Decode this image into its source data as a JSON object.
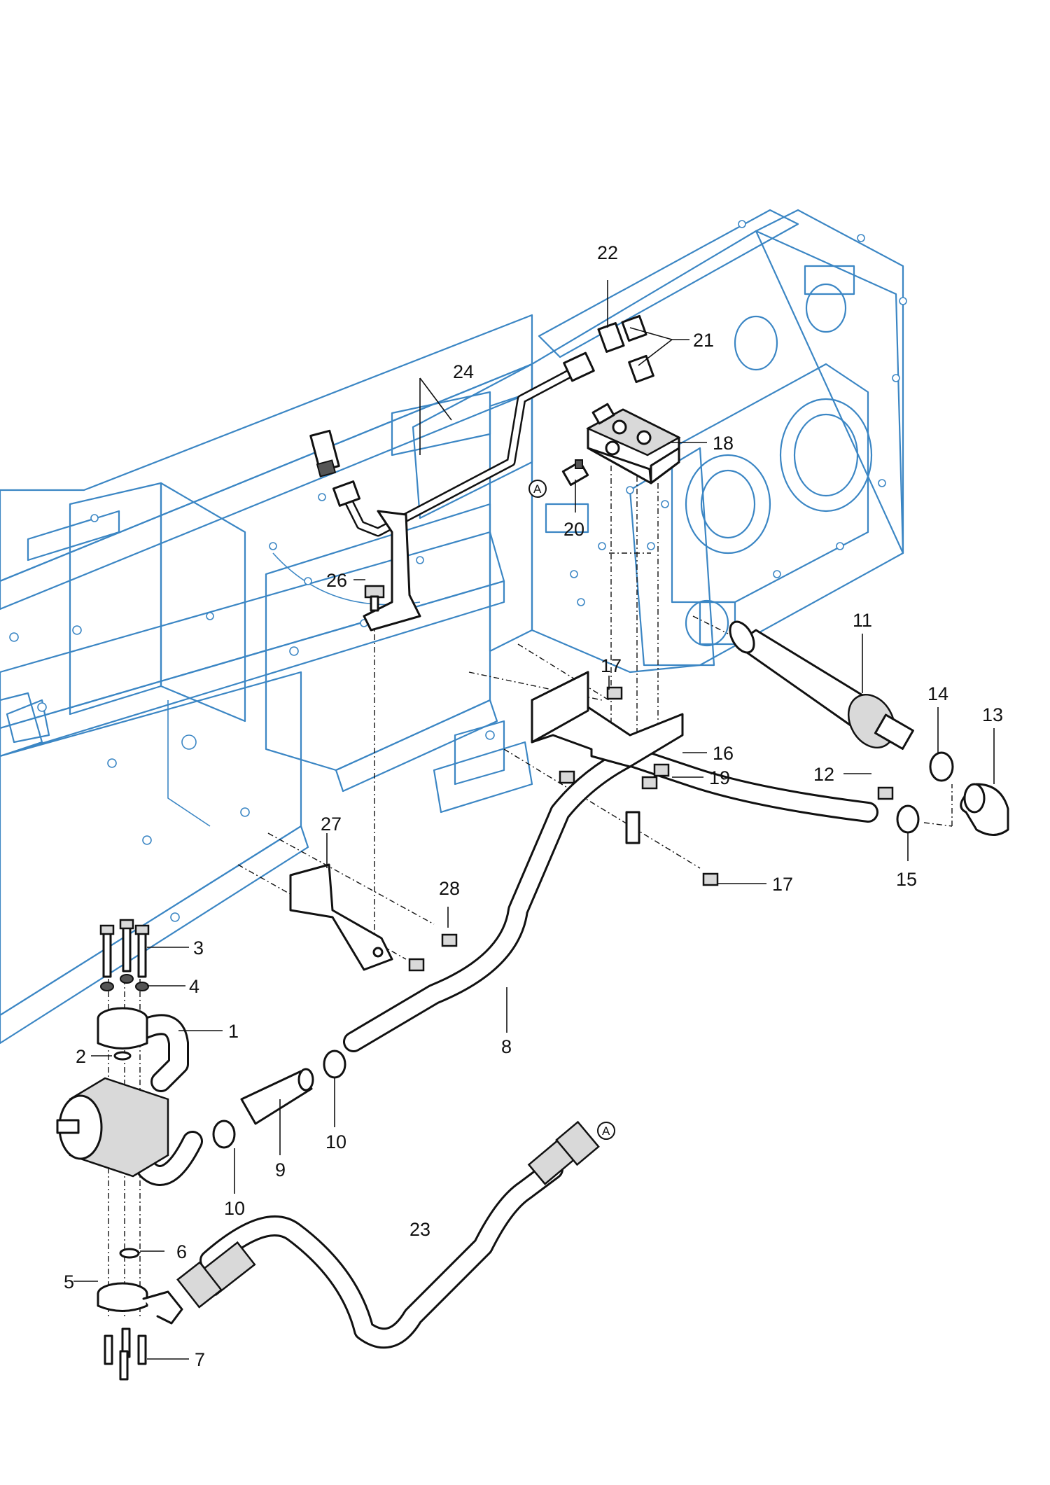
{
  "callouts": {
    "c1": "1",
    "c2": "2",
    "c3": "3",
    "c4": "4",
    "c5": "5",
    "c6": "6",
    "c7": "7",
    "c8": "8",
    "c9": "9",
    "c10a": "10",
    "c10b": "10",
    "c11": "11",
    "c12": "12",
    "c13": "13",
    "c14": "14",
    "c15": "15",
    "c16": "16",
    "c17a": "17",
    "c17b": "17",
    "c18": "18",
    "c19": "19",
    "c20": "20",
    "c21": "21",
    "c22": "22",
    "c23": "23",
    "c24": "24",
    "c26": "26",
    "c27": "27",
    "c28": "28"
  },
  "connection_refs": {
    "ref_a_valve": "A",
    "ref_a_hose": "A"
  },
  "colors": {
    "frame_outline": "#3b86c4",
    "parts_outline": "#111111",
    "background": "#ffffff"
  }
}
